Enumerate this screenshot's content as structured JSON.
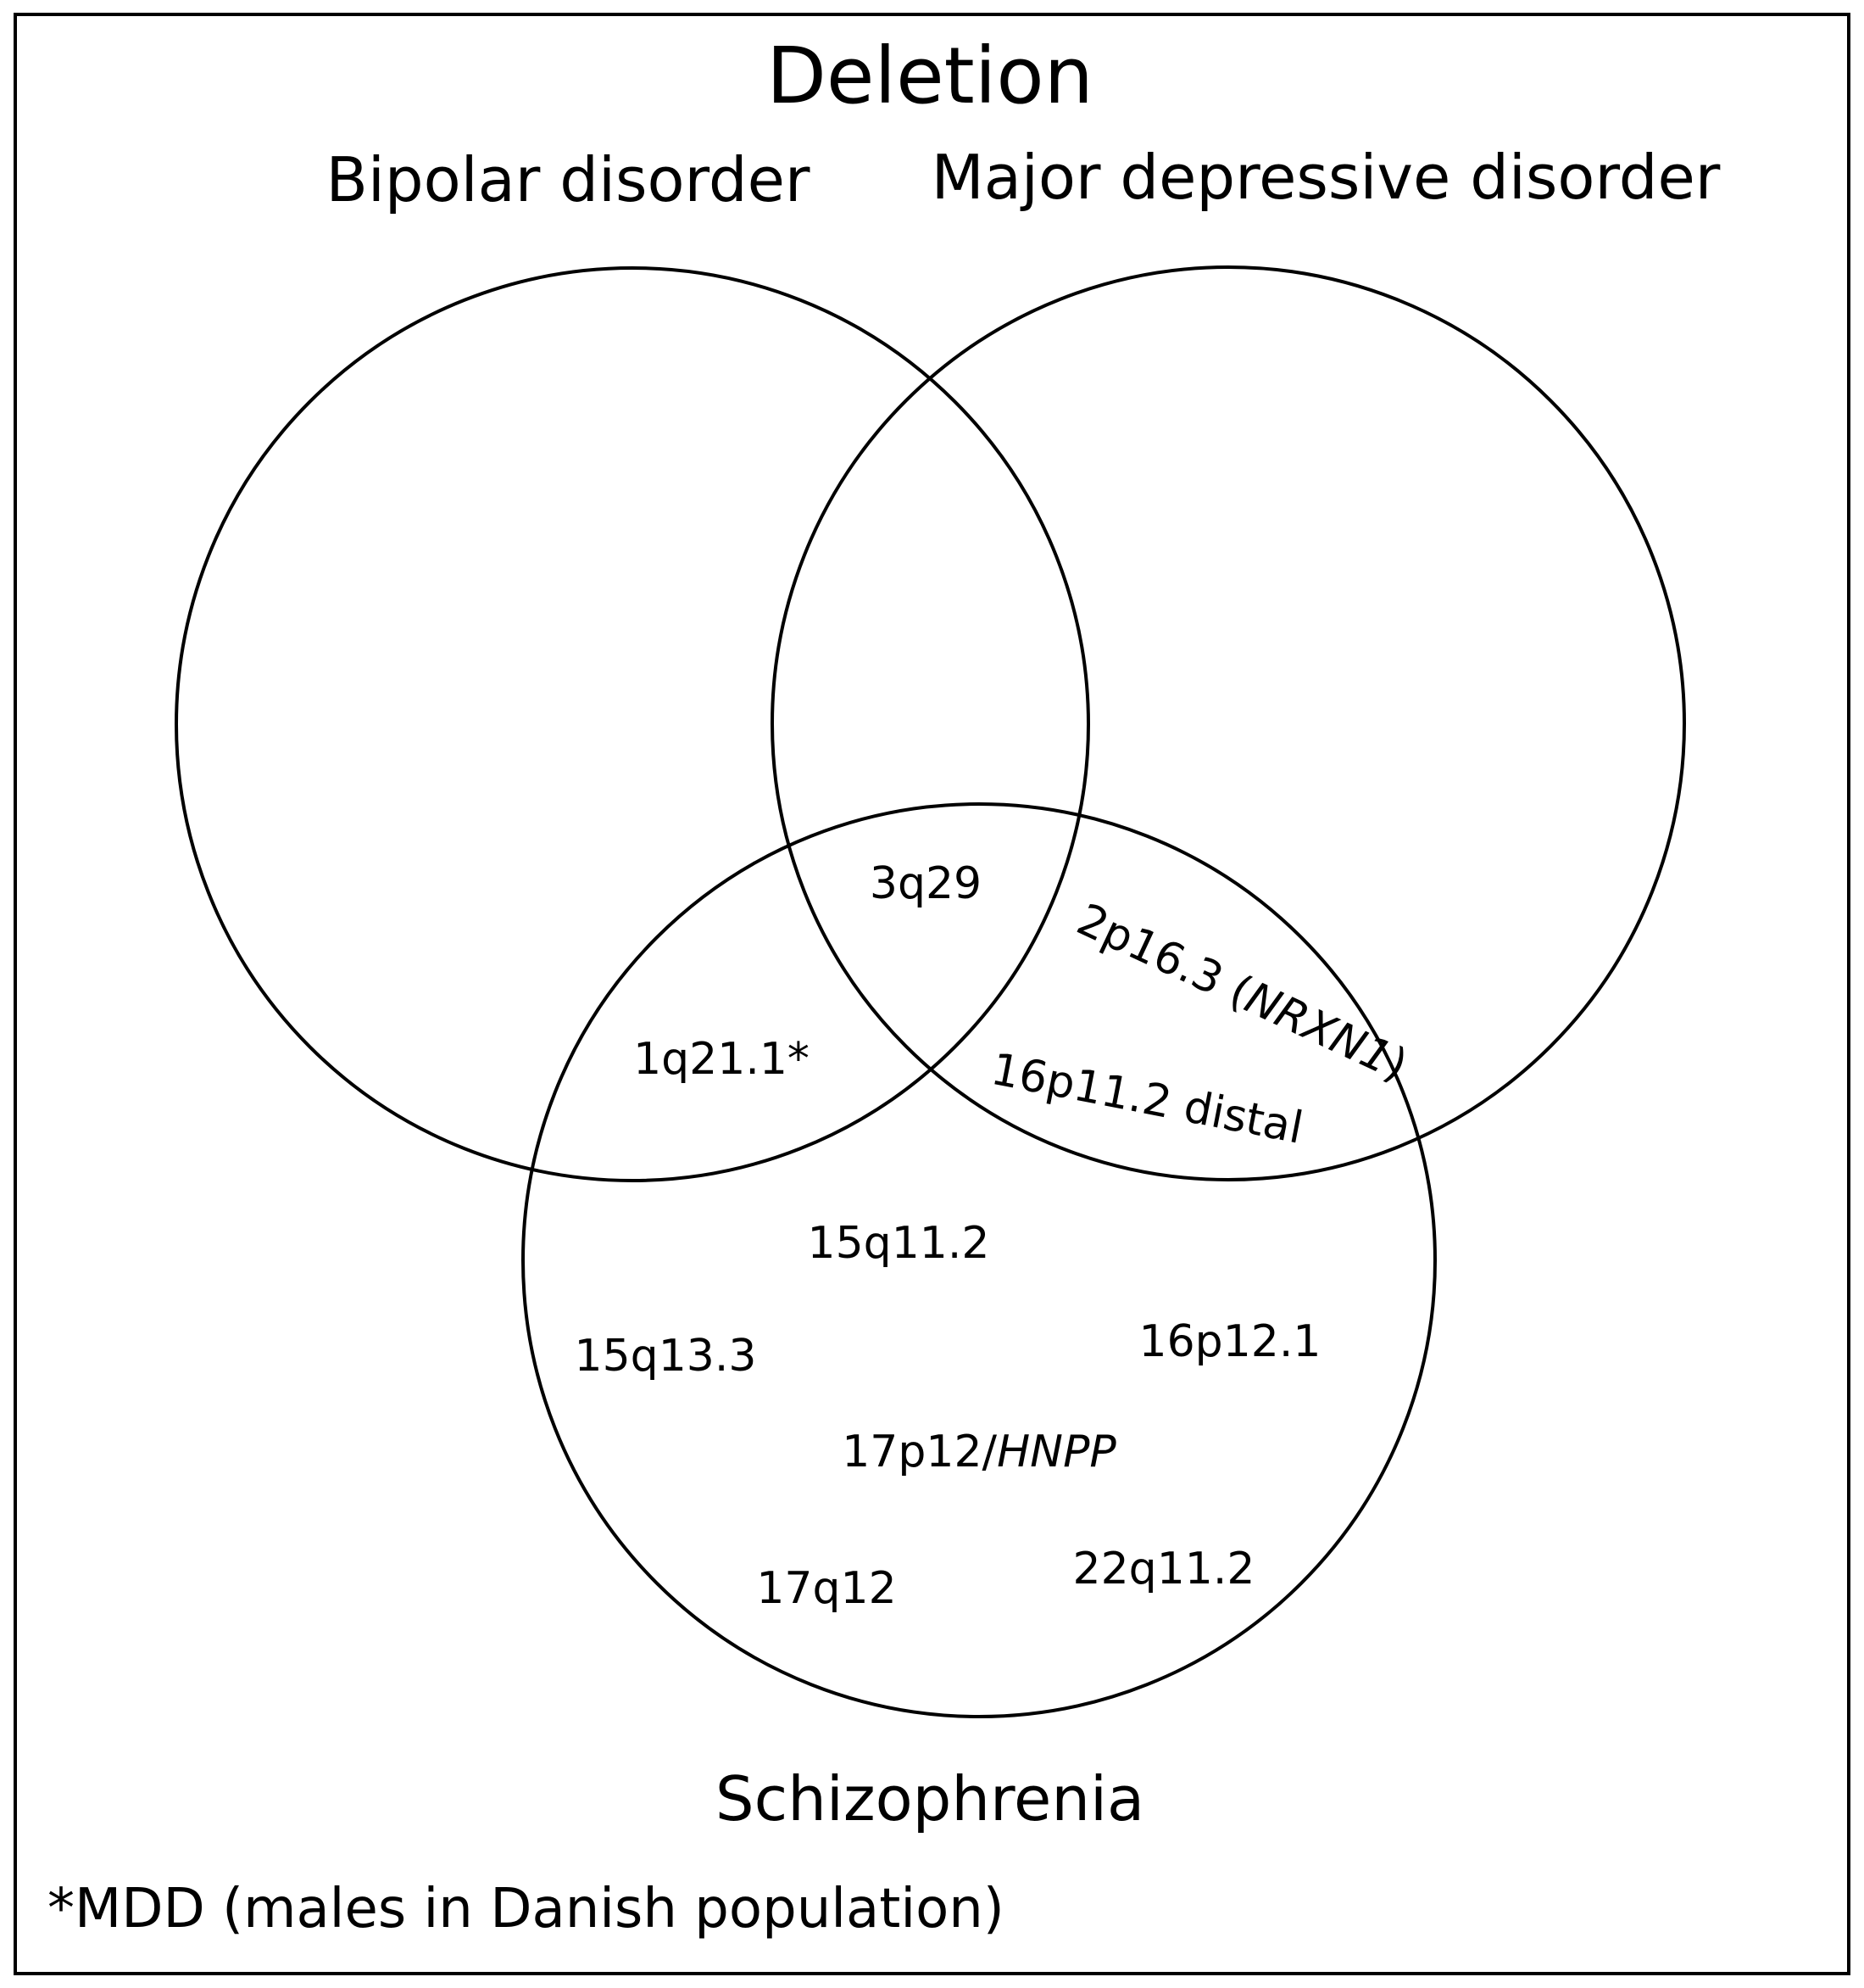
{
  "title": "Deletion",
  "sets": {
    "bipolar": "Bipolar disorder",
    "mdd": "Major depressive disorder",
    "schizophrenia": "Schizophrenia"
  },
  "regions": {
    "bipolar_schizophrenia": "1q21.1*",
    "all_three": "3q29",
    "mdd_schizophrenia": {
      "nrxn1_prefix": "2p16.3 (",
      "nrxn1_gene": "NRXN1",
      "nrxn1_suffix": ")",
      "distal": "16p11.2 distal"
    },
    "schizophrenia_only": {
      "a": "15q11.2",
      "b": "15q13.3",
      "c": "16p12.1",
      "d_prefix": "17p12/",
      "d_gene": "HNPP",
      "e": "17q12",
      "f": "22q11.2"
    }
  },
  "footnote": "*MDD (males in Danish population)",
  "colors": {
    "stroke": "#000000",
    "background": "#ffffff"
  }
}
